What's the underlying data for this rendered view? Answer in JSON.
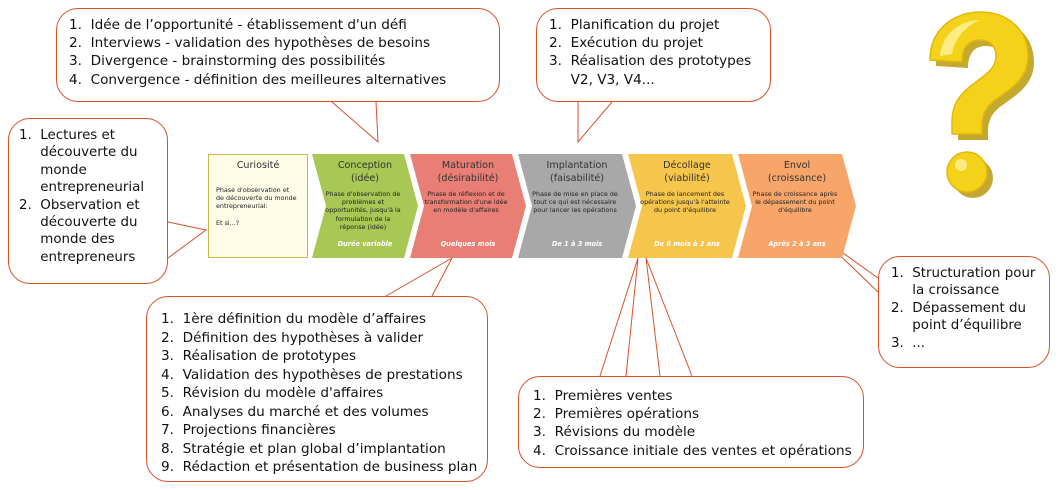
{
  "callouts": {
    "conception": [
      "Idée de l’opportunité - établissement d'un défi",
      "Interviews - validation des hypothèses de besoins",
      "Divergence - brainstorming des possibilités",
      "Convergence - définition des meilleures alternatives"
    ],
    "planification": [
      "Planification du projet",
      "Exécution du projet",
      "Réalisation des prototypes V2, V3, V4..."
    ],
    "curiosite": [
      "Lectures et découverte du monde entrepreneurial",
      "Observation et découverte du monde des entrepreneurs"
    ],
    "maturation": [
      "1ère définition du modèle d’affaires",
      "Définition des hypothèses à valider",
      "Réalisation de prototypes",
      "Validation des hypothèses de prestations",
      "Révision du modèle d'affaires",
      "Analyses du marché et des volumes",
      "Projections financières",
      "Stratégie et plan global d’implantation",
      "Rédaction et présentation de business plan"
    ],
    "decollage": [
      "Premières ventes",
      "Premières opérations",
      "Révisions du modèle",
      "Croissance initiale des ventes et opérations"
    ],
    "envol": [
      "Structuration pour la croissance",
      "Dépassement du point d’équilibre",
      "..."
    ]
  },
  "stages": [
    {
      "title": "Curiosité",
      "subtitle": "",
      "description": "Phase d'observation et de découverte du monde entrepreneurial:",
      "extra": "Et si...?",
      "duration": "",
      "color": "#fffce8"
    },
    {
      "title": "Conception",
      "subtitle": "(idée)",
      "description": "Phase d'observation de problèmes et opportunités, jusqu'à la formulation de la réponse (idée)",
      "extra": "",
      "duration": "Durée variable",
      "color": "#a8c754"
    },
    {
      "title": "Maturation",
      "subtitle": "(désirabilité)",
      "description": "Phase de réflexion et de transformation d'une idée en modèle d'affaires",
      "extra": "",
      "duration": "Quelques mois",
      "color": "#e97f74"
    },
    {
      "title": "Implantation",
      "subtitle": "(faisabilité)",
      "description": "Phase de mise en place de tout ce qui est nécessaire pour lancer les opérations",
      "extra": "",
      "duration": "De 1 à 3 mois",
      "color": "#a8a8a8"
    },
    {
      "title": "Décollage",
      "subtitle": "(viabilité)",
      "description": "Phase de lancement des opérations jusqu'à l'atteinte du point d'équilibre",
      "extra": "",
      "duration": "De 6 mois à 2 ans",
      "color": "#f6c54c"
    },
    {
      "title": "Envol",
      "subtitle": "(croissance)",
      "description": "Phase de croissance après le dépassement du point d'équilibre",
      "extra": "",
      "duration": "Après 2 à 3 ans",
      "color": "#f7a569"
    }
  ],
  "colors": {
    "callout_border": "#d9502a",
    "question_mark": "#f4d21a"
  }
}
